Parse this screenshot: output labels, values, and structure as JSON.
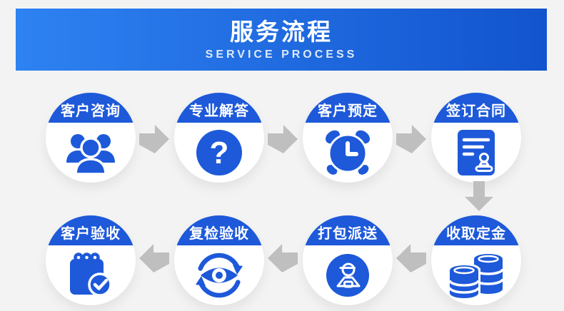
{
  "header": {
    "title": "服务流程",
    "subtitle": "SERVICE PROCESS"
  },
  "steps": [
    {
      "label": "客户咨询",
      "icon": "people-group-icon"
    },
    {
      "label": "专业解答",
      "icon": "question-mark-icon"
    },
    {
      "label": "客户预定",
      "icon": "alarm-clock-icon"
    },
    {
      "label": "签订合同",
      "icon": "contract-icon"
    },
    {
      "label": "收取定金",
      "icon": "coins-icon"
    },
    {
      "label": "打包派送",
      "icon": "delivery-person-icon"
    },
    {
      "label": "复检验收",
      "icon": "inspection-eye-icon"
    },
    {
      "label": "客户验收",
      "icon": "checklist-check-icon"
    }
  ],
  "flow": {
    "row1_direction": "right",
    "row2_direction": "left",
    "connector": "down"
  },
  "colors": {
    "banner_gradient_start": "#2e82f2",
    "banner_gradient_end": "#1254ce",
    "step_blue": "#1d59d9",
    "arrow_gray": "#bfbfbf",
    "page_background": "#f3f3f3"
  }
}
